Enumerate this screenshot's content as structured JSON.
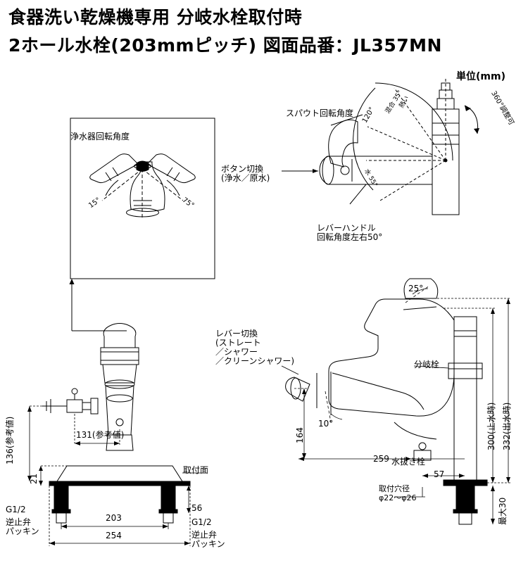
{
  "header": {
    "line1": "食器洗い乾燥機専用 分岐水栓取付時",
    "line2": "2ホール水栓(203mmピッチ) 図面品番：JL357MN"
  },
  "unit_note": "単位(mm)",
  "labels": {
    "purifier_rotation": "浄水器回転角度",
    "purifier_left": "15°",
    "purifier_right": "75°",
    "spout_rotation": "スパウト回転角度",
    "spout_120": "120°",
    "spout_mix_35": "混合 35°",
    "spout_hot": "熱い",
    "spout_cold": "水 55°",
    "rot_360": "360°調整可",
    "button_switch": "ボタン切換\n(浄水／原水)",
    "lever_handle": "レバーハンドル\n回転角度左右50°",
    "lever_switch": "レバー切換\n(ストレート\n／シャワー\n／クリーンシャワー)",
    "branch_faucet": "分岐栓",
    "drain_cock": "水抜き栓",
    "mount_surface": "取付面",
    "hole_dia": "取付穴径\nφ22～φ26",
    "g12_left": "G1/2",
    "g12_right": "G1/2",
    "check_valve_left": "逆止弁\nパッキン",
    "check_valve_right": "逆止弁\nパッキン",
    "angle_25": "25°",
    "angle_10": "10°"
  },
  "dimensions": {
    "d_131": "131(参考値)",
    "d_136": "136(参考値)",
    "d_21": "21",
    "d_203": "203",
    "d_254": "254",
    "d_56": "56",
    "d_57": "57",
    "d_259": "259",
    "d_164": "164",
    "d_300": "300(止水時)",
    "d_332": "332(出水時)",
    "d_max30": "最大30"
  }
}
